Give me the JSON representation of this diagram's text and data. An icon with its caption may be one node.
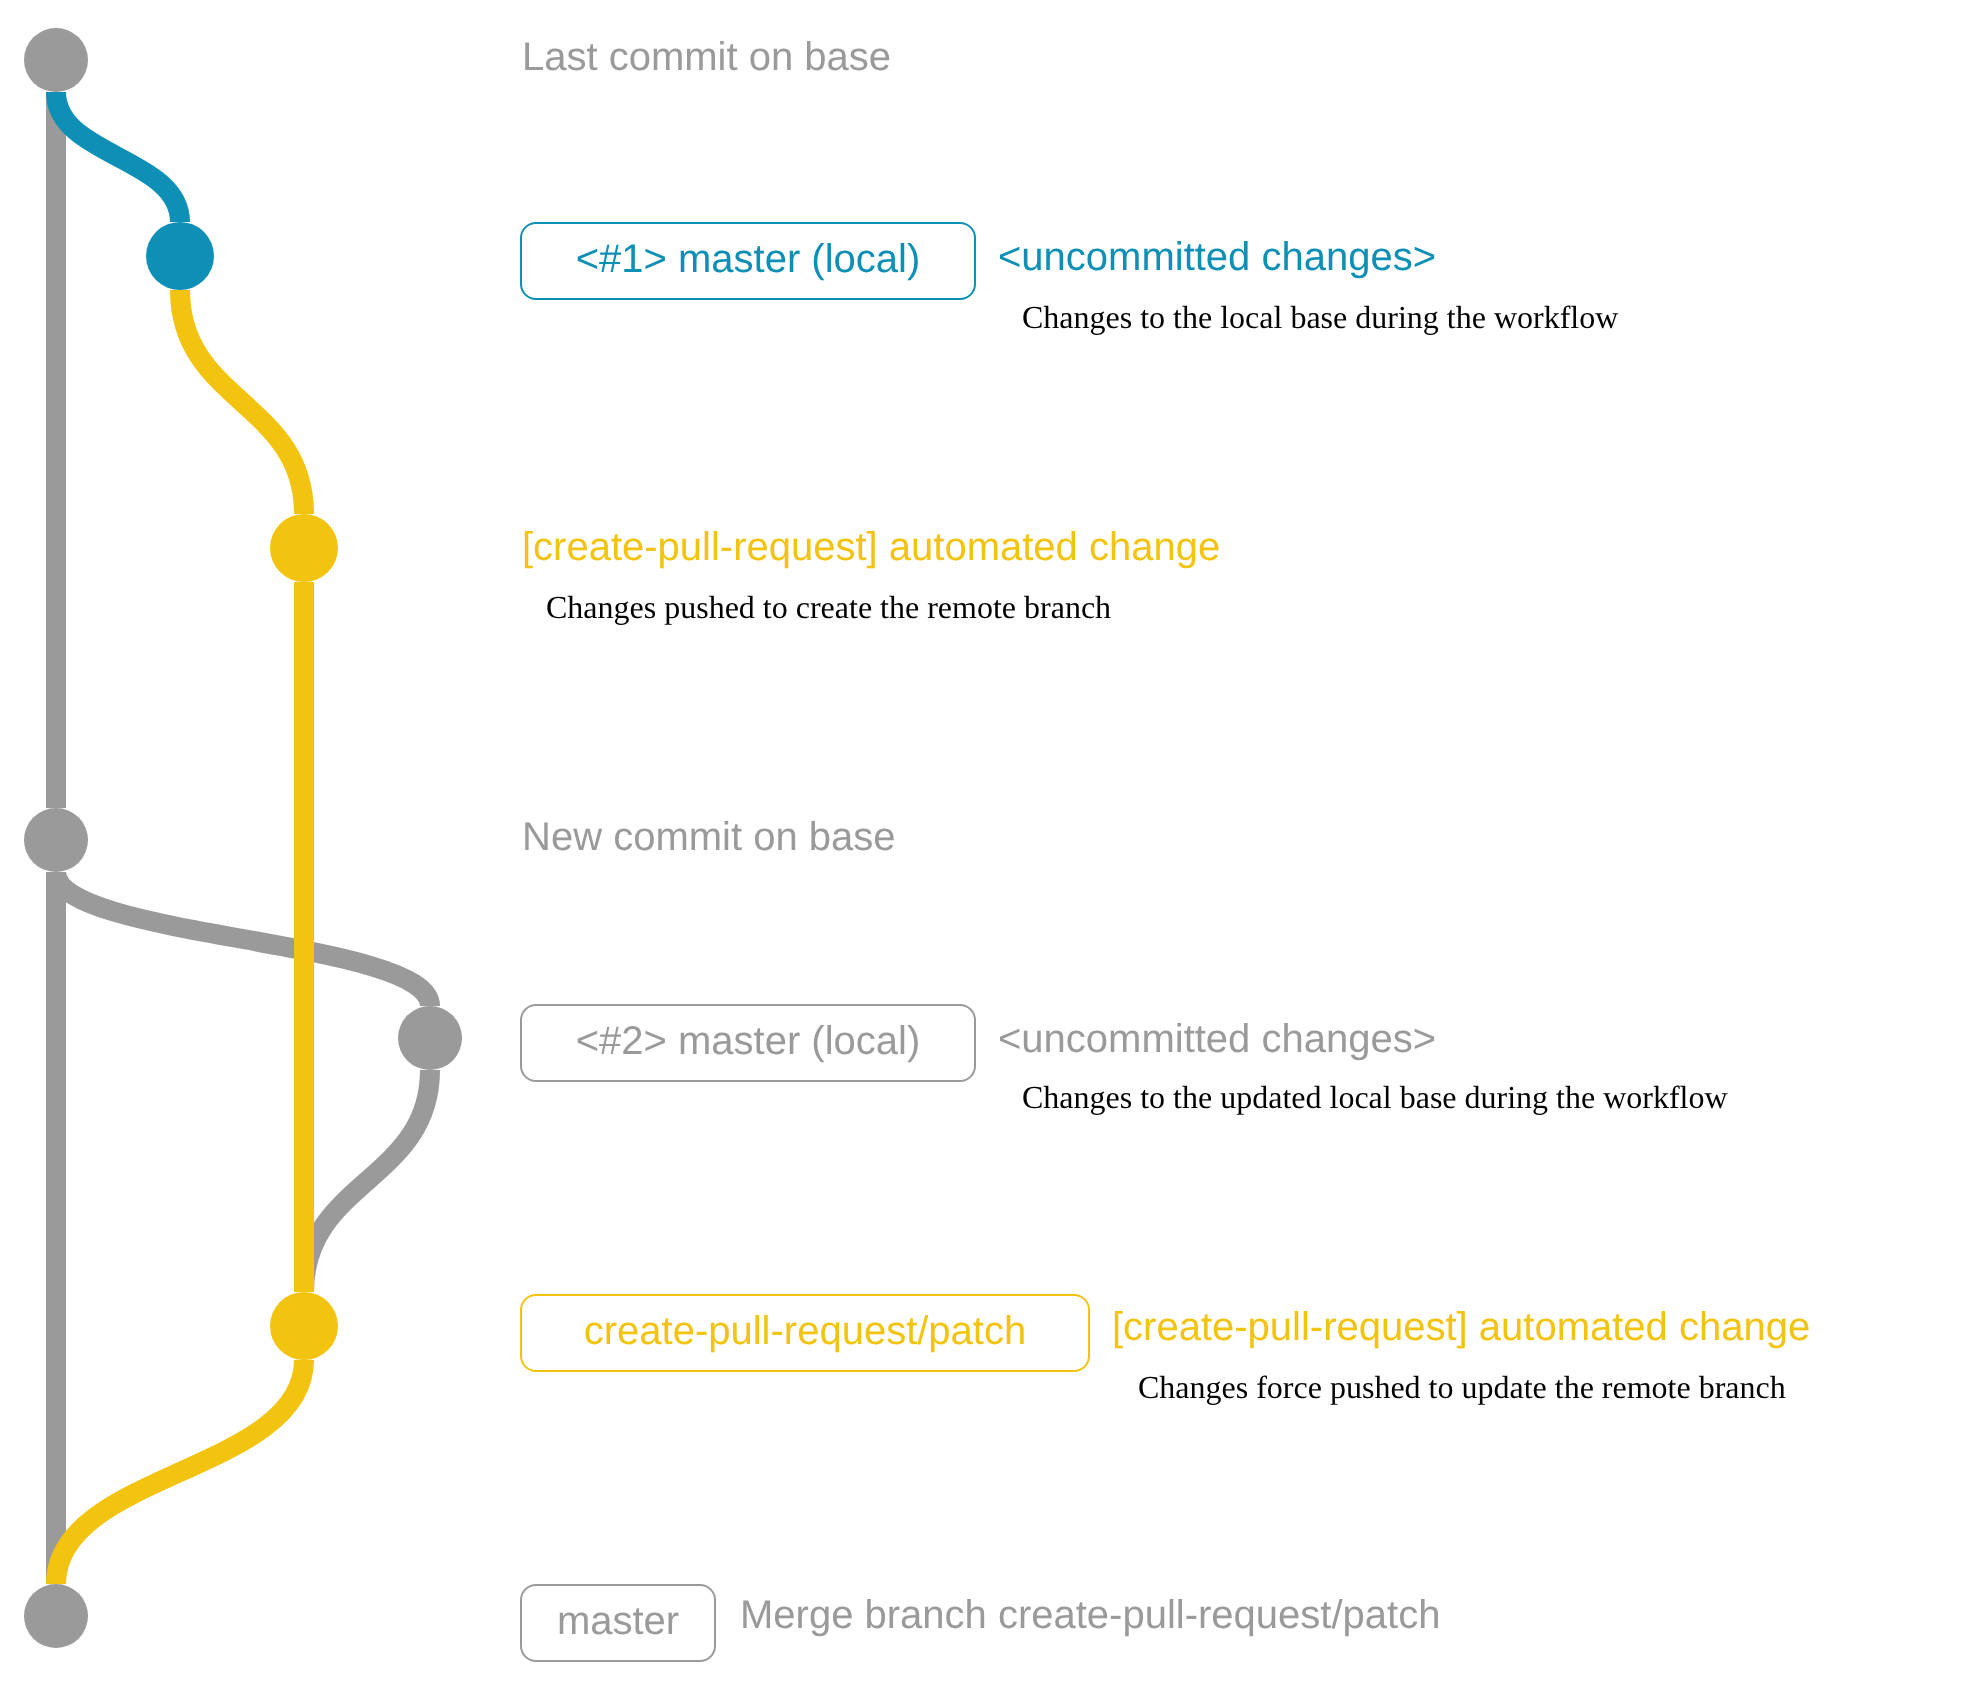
{
  "diagram": {
    "nodes": [
      {
        "text": [],
        "shape": "circle"
      },
      {
        "text": [],
        "shape": "circle",
        "beside": [
          "<uncommitted changes>",
          "Changes to the local base during the workflow"
        ]
      },
      {
        "text": [
          "<#1> master (local)"
        ]
      },
      {
        "text": [],
        "shape": "circle",
        "beside": [
          "[create-pull-request] automated change",
          "Changes pushed to create the remote branch"
        ]
      },
      {
        "text": [],
        "shape": "circle"
      },
      {
        "text": [],
        "shape": "circle",
        "beside": [
          "<uncommitted changes>",
          "Changes to the updated local base during the workflow"
        ]
      },
      {
        "text": [
          "<#2> master (local)"
        ]
      },
      {
        "text": [],
        "shape": "circle",
        "beside": [
          "[create-pull-request] automated change",
          "Changes force pushed to update the remote branch"
        ]
      },
      {
        "text": [
          "create-pull-request/patch"
        ]
      },
      {
        "text": [],
        "shape": "circle"
      },
      {
        "text": [
          "master"
        ],
        "beside": [
          "Merge branch create-pull-request/patch"
        ]
      }
    ],
    "edges": [
      {
        "from": 0,
        "to": 4,
        "arrow": "none"
      },
      {
        "from": 0,
        "to": 1,
        "arrow": "none",
        "color": "#0e8fb5"
      },
      {
        "from": 1,
        "to": 3,
        "arrow": "none",
        "color": "#f2c40f"
      },
      {
        "from": 3,
        "to": 7,
        "arrow": "none",
        "color": "#f2c40f"
      },
      {
        "from": 4,
        "to": 9,
        "arrow": "none"
      },
      {
        "from": 4,
        "to": 5,
        "arrow": "none"
      },
      {
        "from": 5,
        "to": 7,
        "arrow": "none"
      },
      {
        "from": 7,
        "to": 9,
        "arrow": "none",
        "color": "#f2c40f"
      }
    ],
    "labels": [
      "Last commit on base",
      "New commit on base"
    ]
  }
}
